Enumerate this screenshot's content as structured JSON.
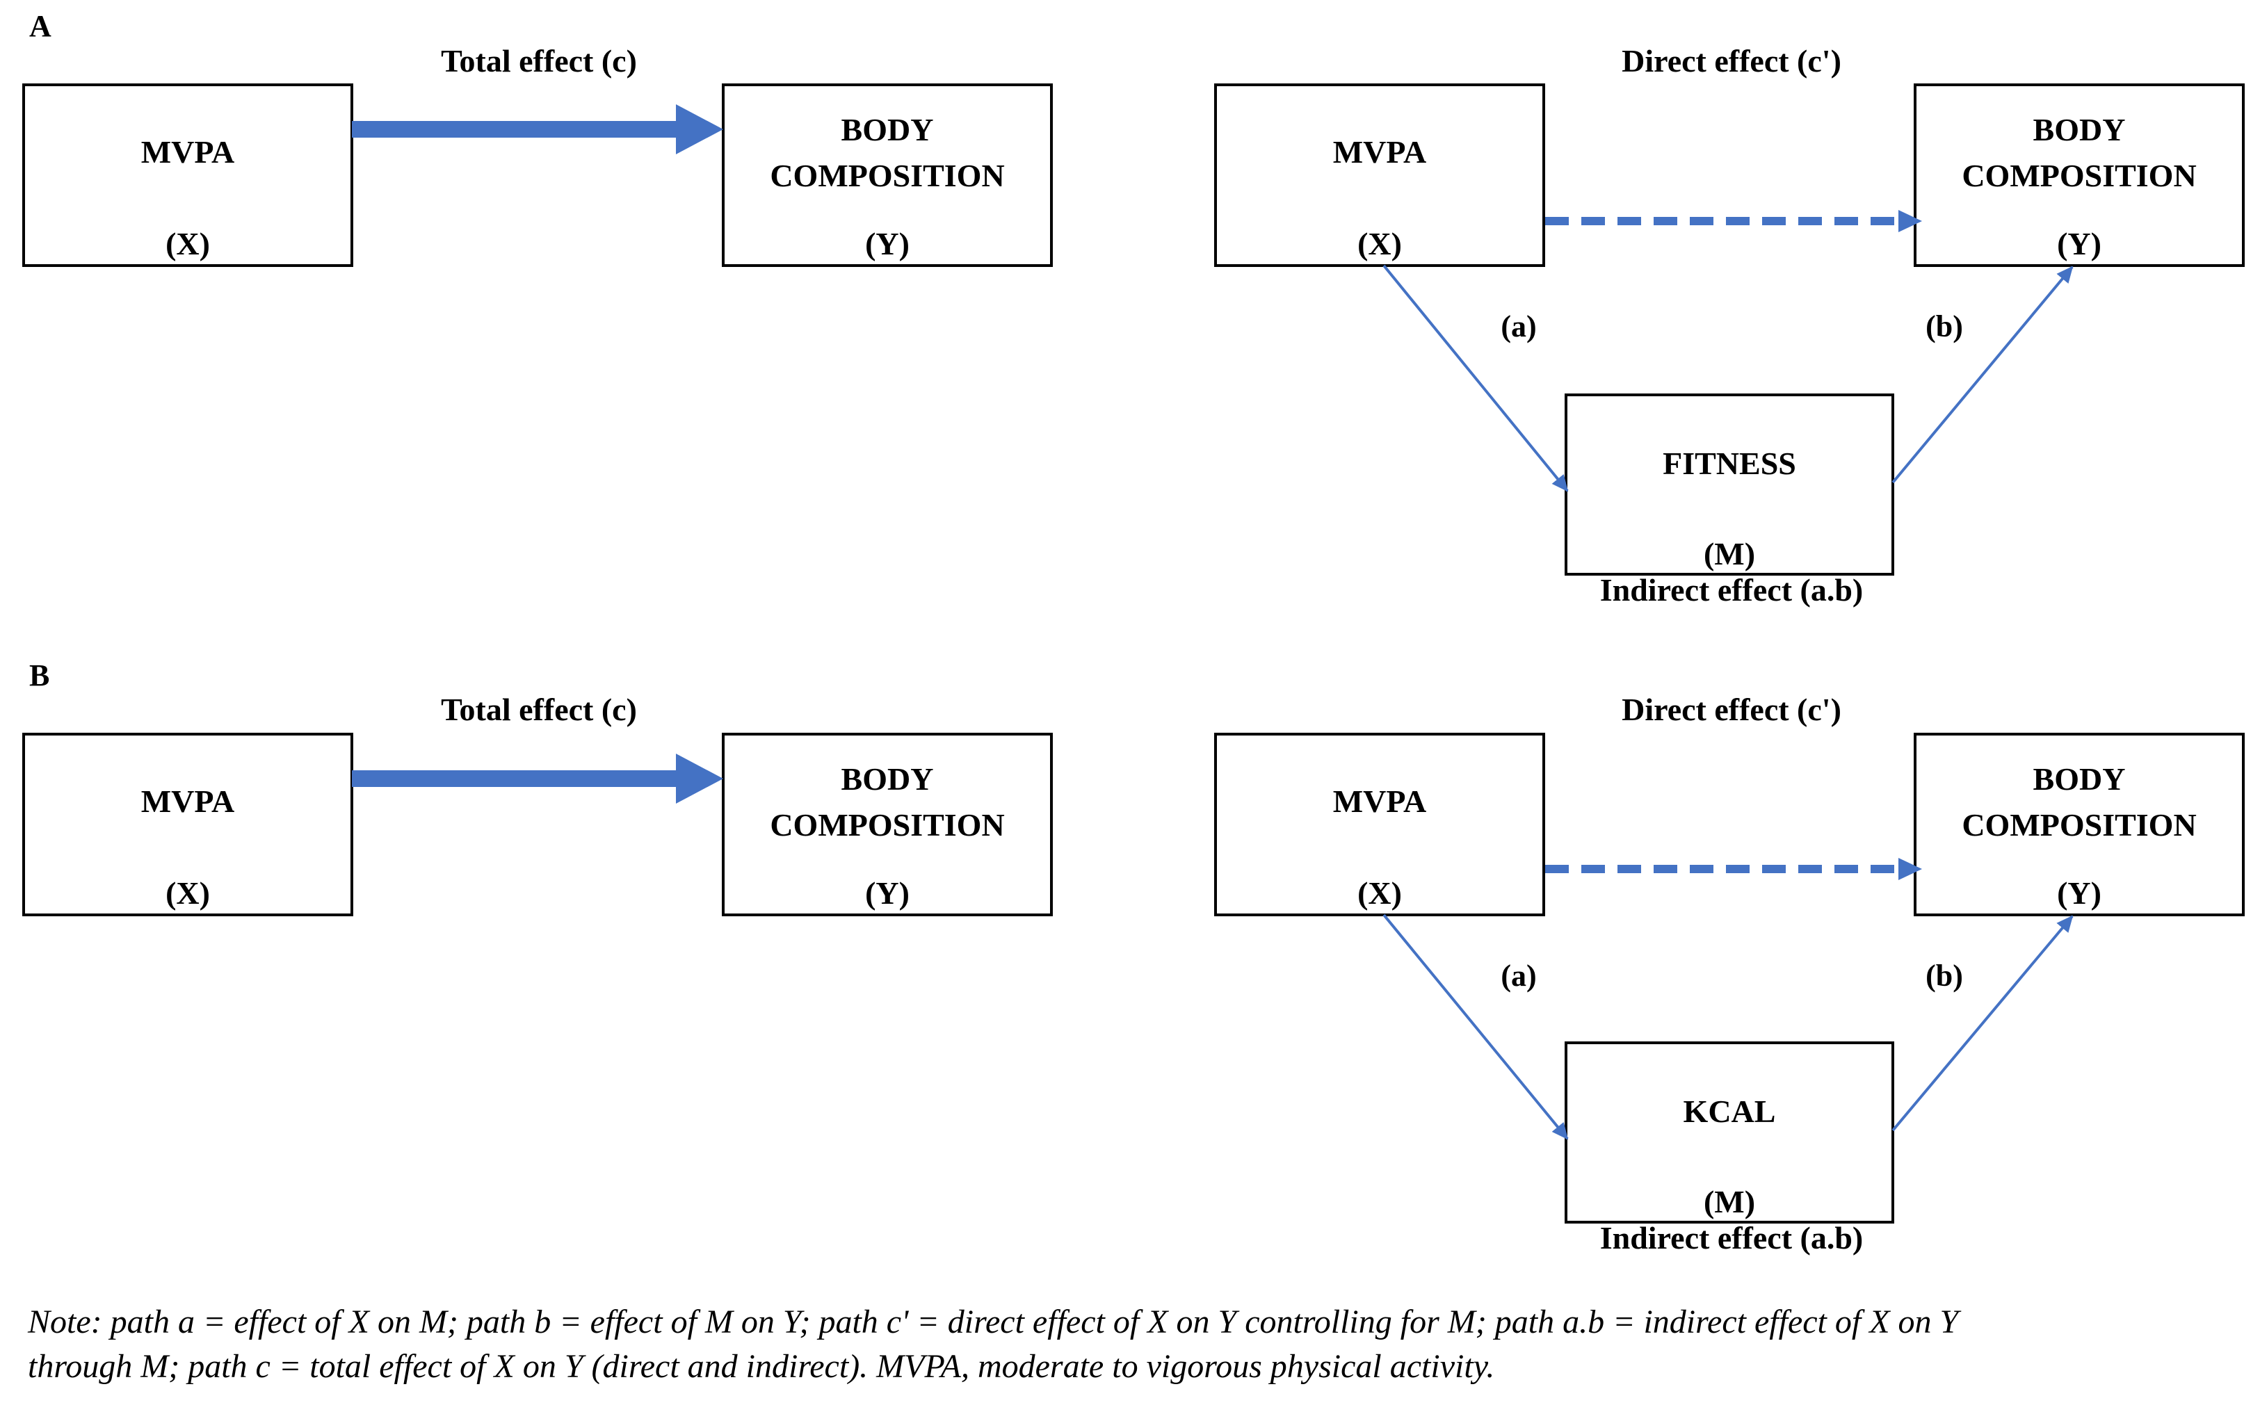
{
  "panel_a": {
    "label": "A",
    "total": {
      "title": "Total effect (c)",
      "x_box": {
        "name": "MVPA",
        "tag": "(X)"
      },
      "y_box": {
        "line1": "BODY",
        "line2": "COMPOSITION",
        "tag": "(Y)"
      }
    },
    "mediation": {
      "title": "Direct effect (c')",
      "x_box": {
        "name": "MVPA",
        "tag": "(X)"
      },
      "y_box": {
        "line1": "BODY",
        "line2": "COMPOSITION",
        "tag": "(Y)"
      },
      "m_box": {
        "name": "FITNESS",
        "tag": "(M)"
      },
      "path_a": "(a)",
      "path_b": "(b)",
      "indirect": "Indirect effect (a.b)"
    }
  },
  "panel_b": {
    "label": "B",
    "total": {
      "title": "Total effect (c)",
      "x_box": {
        "name": "MVPA",
        "tag": "(X)"
      },
      "y_box": {
        "line1": "BODY",
        "line2": "COMPOSITION",
        "tag": "(Y)"
      }
    },
    "mediation": {
      "title": "Direct effect (c')",
      "x_box": {
        "name": "MVPA",
        "tag": "(X)"
      },
      "y_box": {
        "line1": "BODY",
        "line2": "COMPOSITION",
        "tag": "(Y)"
      },
      "m_box": {
        "name": "KCAL",
        "tag": "(M)"
      },
      "path_a": "(a)",
      "path_b": "(b)",
      "indirect": "Indirect effect (a.b)"
    }
  },
  "note": {
    "line1": "Note: path a = effect of X on M; path b = effect of M on Y; path c' = direct effect of X on Y controlling for M; path a.b = indirect effect of X on Y",
    "line2": "through M; path c = total effect of X on Y (direct and indirect). MVPA, moderate to vigorous physical activity."
  },
  "colors": {
    "arrow": "#4472C4",
    "box_border": "#000000"
  }
}
